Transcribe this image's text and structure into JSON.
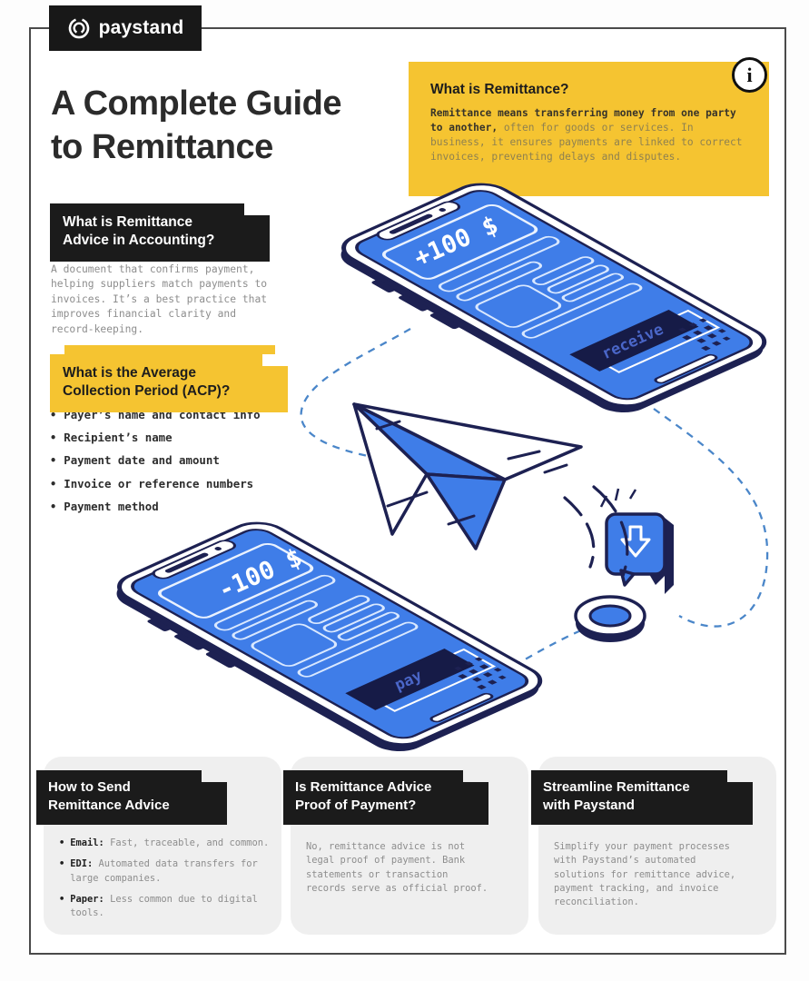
{
  "brand": {
    "name": "paystand"
  },
  "header": {
    "title_line1": "A Complete Guide",
    "title_line2": "to Remittance",
    "info_icon_glyph": "i"
  },
  "info_box": {
    "heading": "What is Remittance?",
    "body_bold": "Remittance means transferring money from one party to another,",
    "body_rest": " often for goods or services. In business, it ensures payments are linked to correct invoices, preventing delays and disputes."
  },
  "advice_section": {
    "heading": "What is Remittance Advice in Accounting?",
    "body": "A document that confirms payment, helping suppliers match payments to invoices. It’s a best practice that improves financial clarity and record-keeping."
  },
  "acp_section": {
    "heading": "What is the Average Collection Period (ACP)?",
    "bullets": [
      "Payer’s name and contact info",
      "Recipient’s name",
      "Payment date and amount",
      "Invoice or reference numbers",
      "Payment method"
    ]
  },
  "illustration": {
    "phone_top_amount": "+100 $",
    "phone_top_button": "receive",
    "phone_bottom_amount": "-100 $",
    "phone_bottom_button": "pay"
  },
  "cards": [
    {
      "heading": "How to Send Remittance Advice",
      "bullets": [
        {
          "label": "Email:",
          "text": " Fast, traceable, and common."
        },
        {
          "label": "EDI:",
          "text": " Automated data transfers for large companies."
        },
        {
          "label": "Paper:",
          "text": " Less common due to digital tools."
        }
      ]
    },
    {
      "heading": "Is Remittance Advice Proof of Payment?",
      "body": "No, remittance advice is not legal proof of payment. Bank statements or transaction records serve as official proof."
    },
    {
      "heading": "Streamline Remittance with Paystand",
      "body": "Simplify your payment processes with Paystand’s automated solutions for remittance advice, payment tracking, and invoice reconciliation."
    }
  ],
  "colors": {
    "accent_yellow": "#f5c431",
    "accent_blue": "#3f7de8",
    "navy_outline": "#1d2152",
    "black_block": "#1b1b1b",
    "gray_text": "#8d8d8d",
    "card_gray": "#efefef",
    "dashed_line_blue": "#4a86c9"
  }
}
